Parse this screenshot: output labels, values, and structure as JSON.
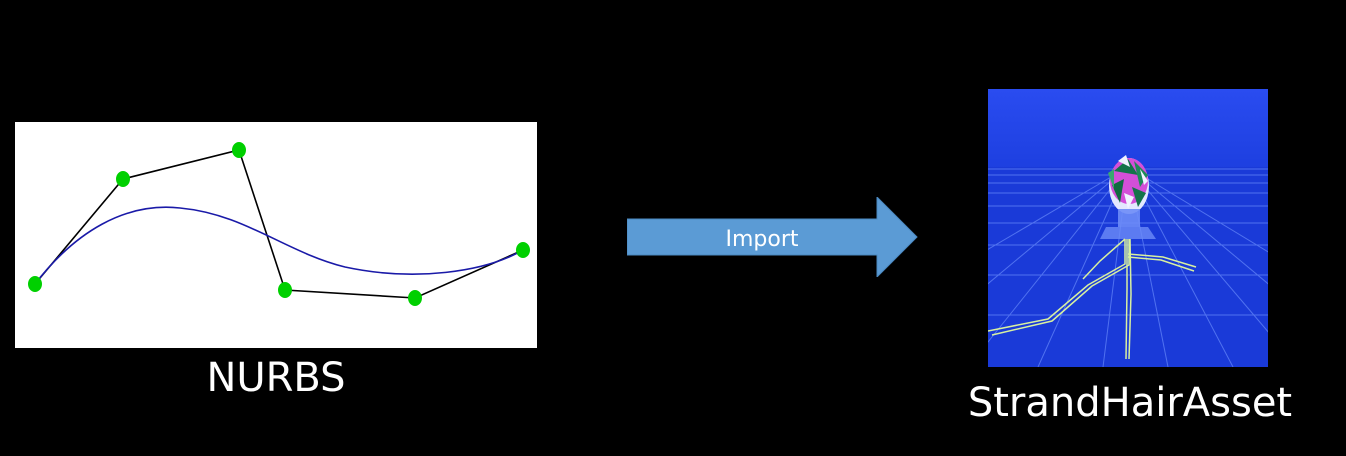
{
  "nurbs": {
    "caption": "NURBS",
    "control_point_color": "#00d000",
    "control_polygon_color": "#000000",
    "curve_color": "#1a1aa8"
  },
  "arrow": {
    "label": "Import",
    "color": "#5b9bd5"
  },
  "asset": {
    "caption": "StrandHairAsset",
    "background_color": "#1d3fe0"
  }
}
